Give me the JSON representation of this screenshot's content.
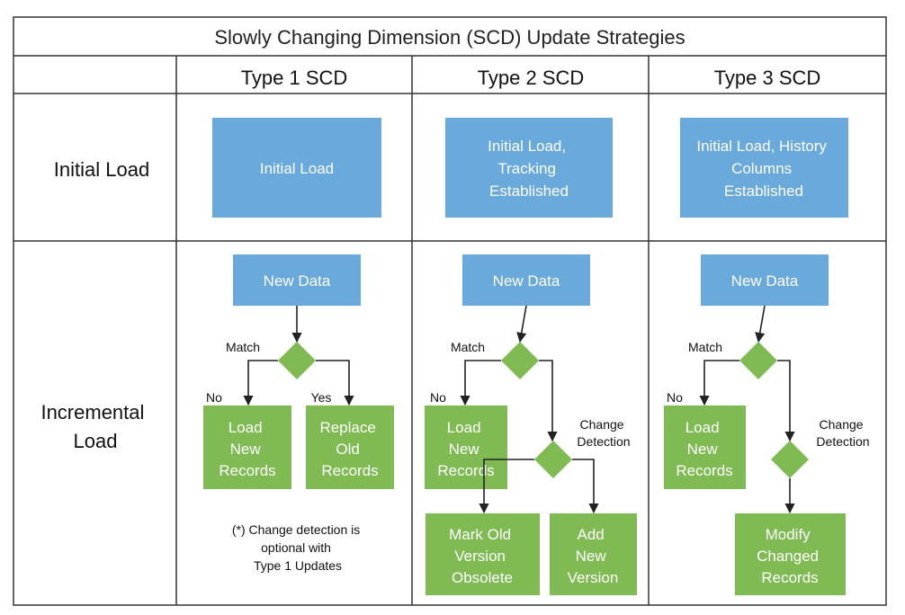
{
  "title": "Slowly Changing Dimension (SCD) Update Strategies",
  "columns": [
    "Type 1 SCD",
    "Type 2 SCD",
    "Type 3 SCD"
  ],
  "rows": [
    "Initial Load",
    [
      "Incremental",
      "Load"
    ]
  ],
  "colors": {
    "blue": "#6aa9dc",
    "green": "#7fba52"
  },
  "type1": {
    "initial": [
      "Initial Load"
    ],
    "new_data": [
      "New Data"
    ],
    "match_label": "Match",
    "no_label": "No",
    "yes_label": "Yes",
    "load_new": [
      "Load",
      "New",
      "Records"
    ],
    "replace_old": [
      "Replace",
      "Old",
      "Records"
    ],
    "note": [
      "(*) Change detection is",
      "optional with",
      "Type 1 Updates"
    ]
  },
  "type2": {
    "initial": [
      "Initial Load,",
      "Tracking",
      "Established"
    ],
    "new_data": [
      "New Data"
    ],
    "match_label": "Match",
    "no_label": "No",
    "load_new": [
      "Load",
      "New",
      "Records"
    ],
    "change_label": [
      "Change",
      "Detection"
    ],
    "mark_old": [
      "Mark Old",
      "Version",
      "Obsolete"
    ],
    "add_new": [
      "Add",
      "New",
      "Version"
    ]
  },
  "type3": {
    "initial": [
      "Initial Load, History",
      "Columns",
      "Established"
    ],
    "new_data": [
      "New Data"
    ],
    "match_label": "Match",
    "no_label": "No",
    "load_new": [
      "Load",
      "New",
      "Records"
    ],
    "change_label": [
      "Change",
      "Detection"
    ],
    "modify": [
      "Modify",
      "Changed",
      "Records"
    ]
  }
}
